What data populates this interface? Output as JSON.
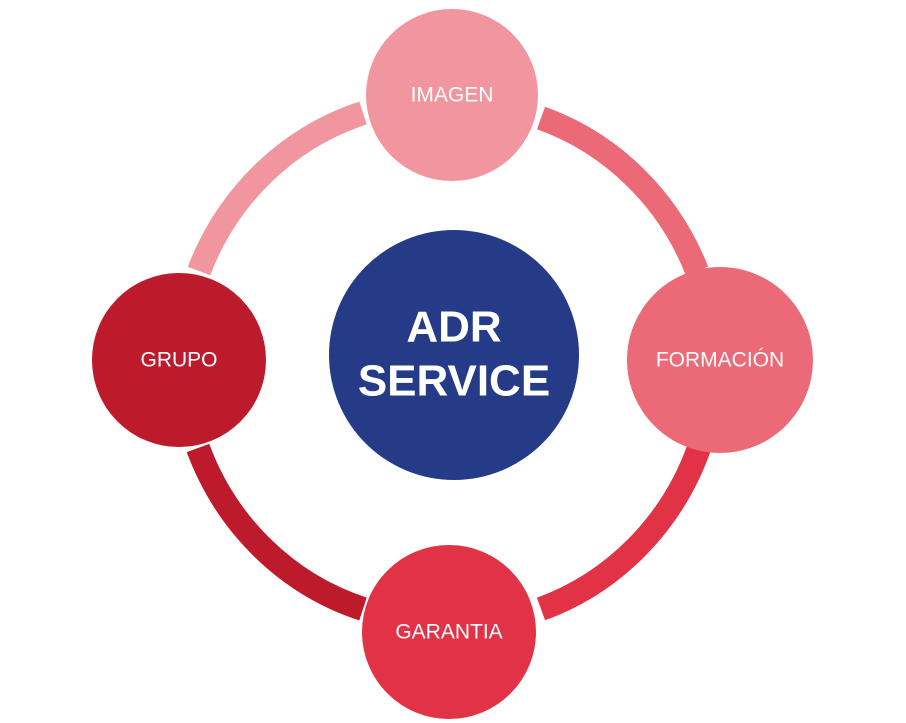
{
  "center": {
    "line1": "ADR",
    "line2": "SERVICE",
    "color": "#253b87"
  },
  "nodes": [
    {
      "id": "imagen",
      "label": "IMAGEN",
      "color": "#f1959f"
    },
    {
      "id": "formacion",
      "label": "FORMACIÓN",
      "color": "#ec6a77"
    },
    {
      "id": "garantia",
      "label": "GARANTIA",
      "color": "#e23346"
    },
    {
      "id": "grupo",
      "label": "GRUPO",
      "color": "#bd1a2c"
    }
  ],
  "arcs": [
    {
      "id": "imagen-formacion",
      "color": "#ec6a77"
    },
    {
      "id": "formacion-garantia",
      "color": "#e23346"
    },
    {
      "id": "garantia-grupo",
      "color": "#bd1a2c"
    },
    {
      "id": "grupo-imagen",
      "color": "#f1959f"
    }
  ]
}
